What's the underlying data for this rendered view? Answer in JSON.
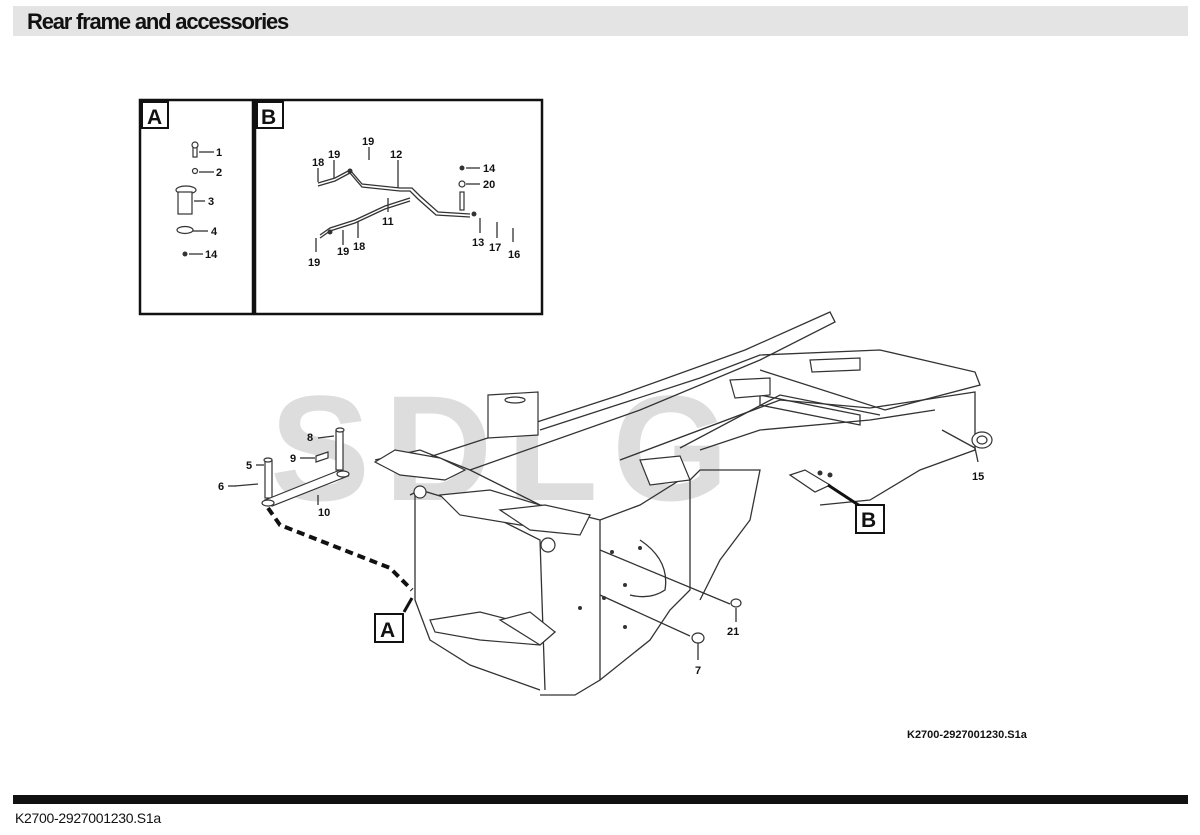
{
  "header": {
    "title": "Rear frame and accessories"
  },
  "detail_a": {
    "label": "A",
    "callouts": [
      "1",
      "2",
      "3",
      "4",
      "14"
    ]
  },
  "detail_b": {
    "label": "B",
    "callouts": [
      "19",
      "18",
      "19",
      "12",
      "14",
      "20",
      "11",
      "13",
      "17",
      "16",
      "19",
      "19",
      "18"
    ]
  },
  "main": {
    "callouts": [
      "8",
      "9",
      "5",
      "6",
      "10",
      "15",
      "21",
      "7"
    ],
    "pointer_a": "A",
    "pointer_b": "B",
    "watermark": "SDLG"
  },
  "figure_code": "K2700-2927001230.S1a",
  "footer": {
    "code": "K2700-2927001230.S1a"
  },
  "colors": {
    "header_bg": "#e4e4e4",
    "footer_bar": "#111111",
    "line": "#333333",
    "watermark": "#dddddd"
  }
}
